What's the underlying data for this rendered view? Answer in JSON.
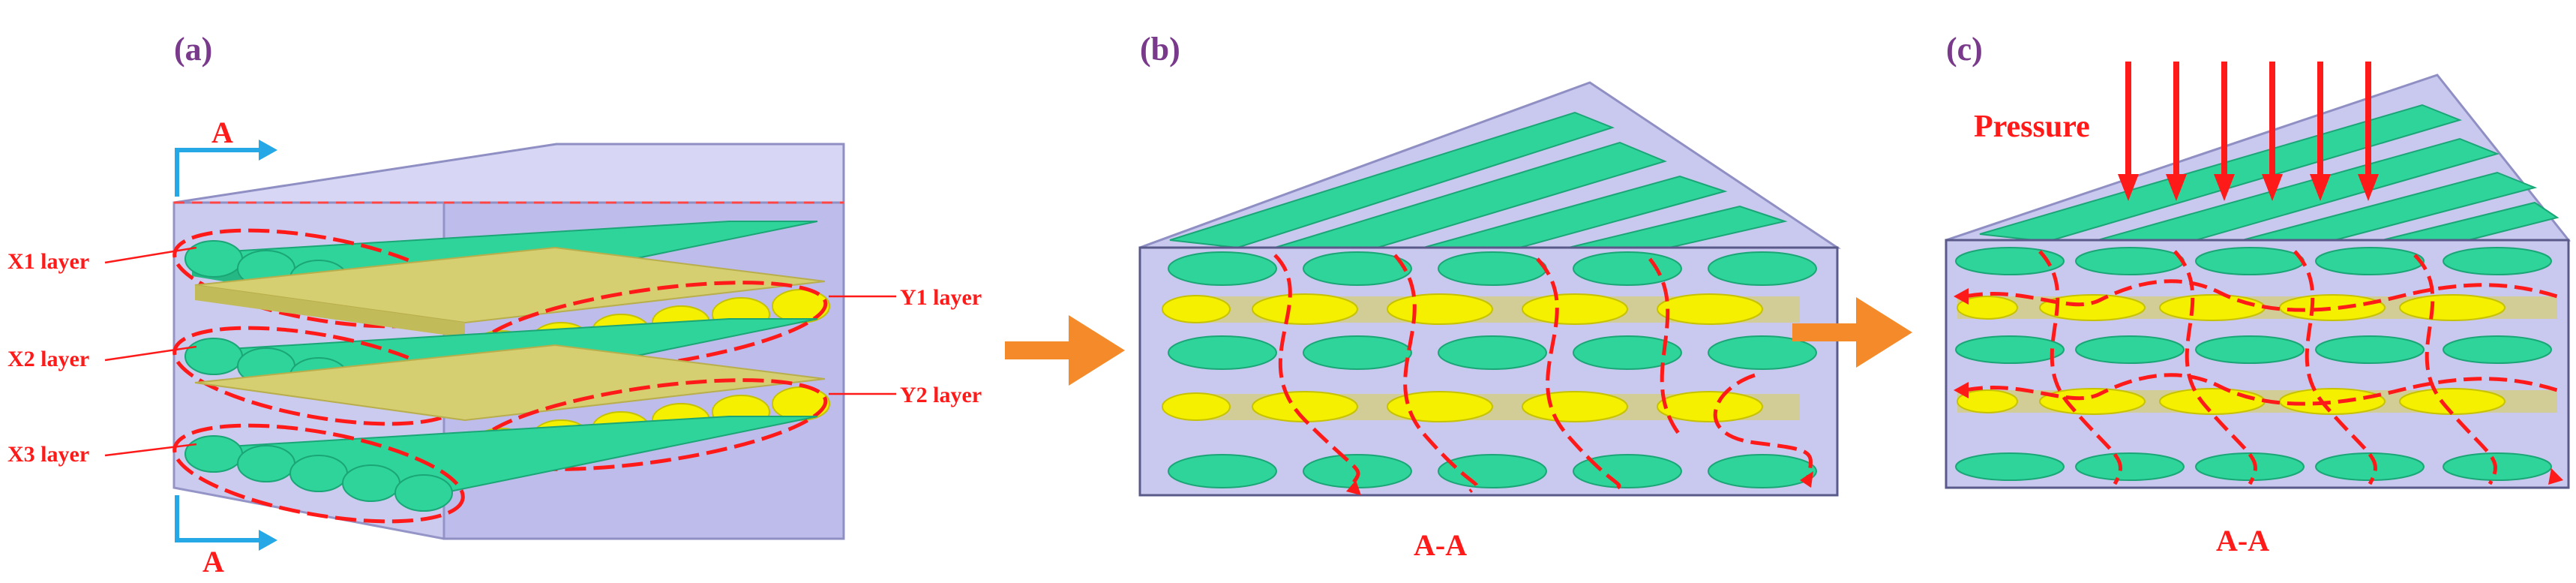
{
  "panels": {
    "a": {
      "letter": "(a)",
      "section_marker": "A",
      "layers_left": [
        "X1 layer",
        "X2 layer",
        "X3 layer"
      ],
      "layers_right": [
        "Y1 layer",
        "Y2 layer"
      ]
    },
    "b": {
      "letter": "(b)",
      "caption": "A-A"
    },
    "c": {
      "letter": "(c)",
      "caption": "A-A",
      "pressure_label": "Pressure"
    }
  },
  "colors": {
    "box": "#c9c8ef",
    "box_edge": "#8f8fc4",
    "green_tube": "#2fd49a",
    "green_tube_dark": "#1aa676",
    "yellow_tube": "#f4f000",
    "yellow_plate": "#d6cf72",
    "red": "#ff1a1a",
    "arrow_orange": "#f58a2a",
    "section_cyan": "#27a8e6",
    "panel_letter": "#7a3a8c"
  },
  "icons": {
    "flow_arrow": "arrow-right-icon",
    "pressure_arrow": "arrow-down-icon",
    "section_arrow": "section-cut-arrow-icon"
  }
}
